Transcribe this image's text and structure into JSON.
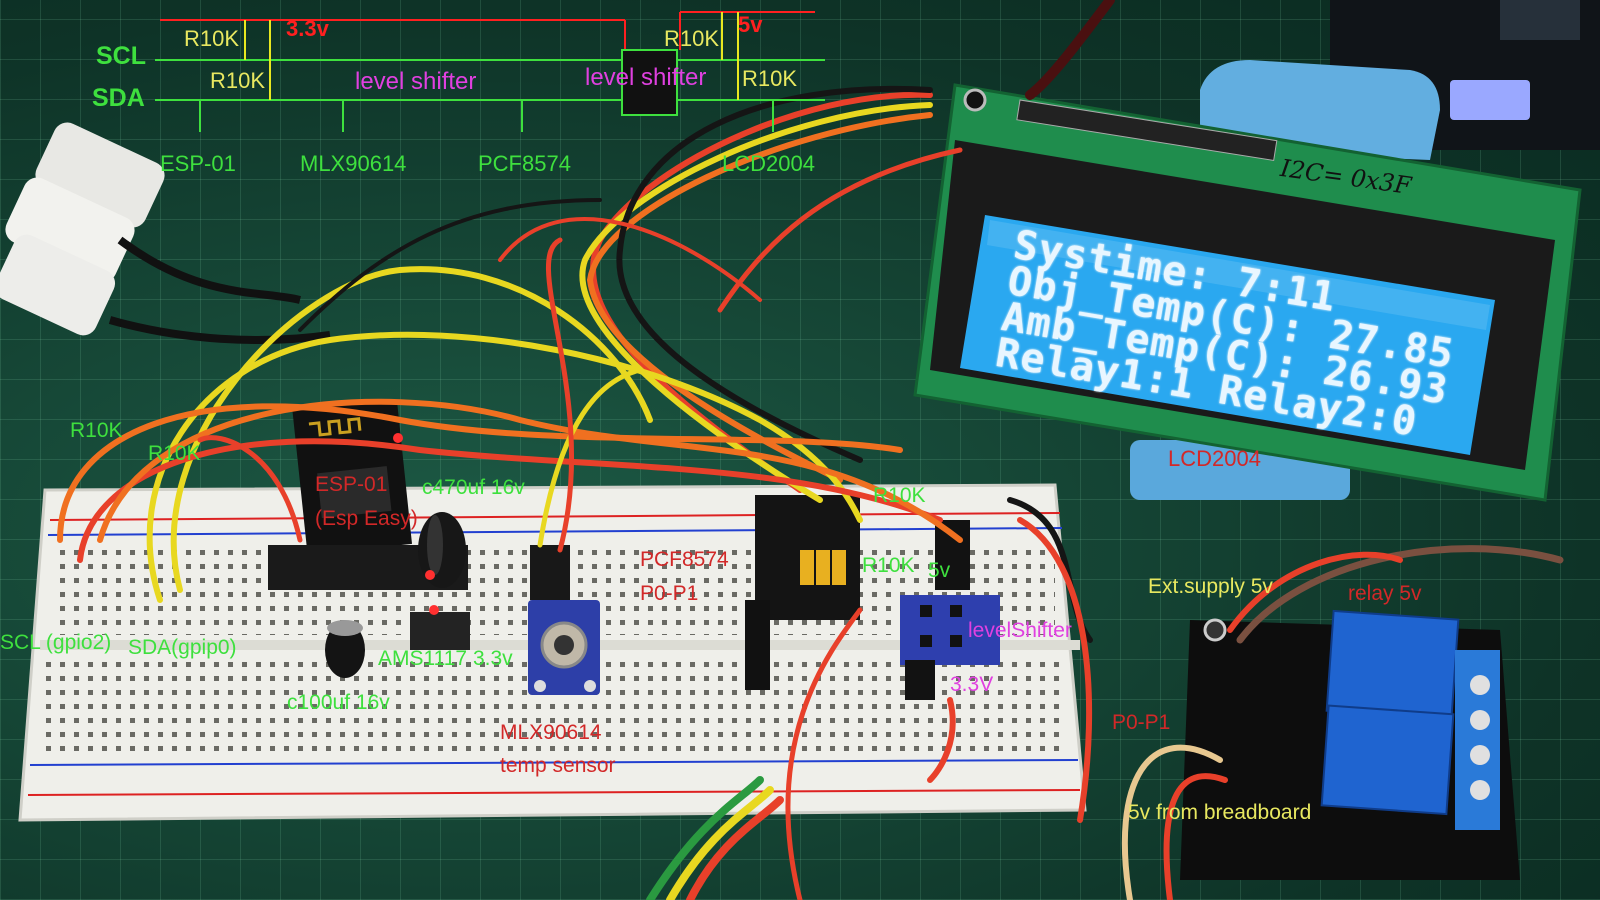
{
  "schematic": {
    "scl": "SCL",
    "sda": "SDA",
    "r_top_left": "R10K",
    "v33": "3.3v",
    "r_mid_left": "R10K",
    "level_shifter_a": "level shifter",
    "level_shifter_b": "level shifter",
    "r_top_right": "R10K",
    "v5": "5v",
    "r_mid_right": "R10K",
    "esp": "ESP-01",
    "mlx": "MLX90614",
    "pcf": "PCF8574",
    "lcd": "LCD2004"
  },
  "lcd_screen": {
    "line1": "Systime:   7:11",
    "line2": "Obj_Temp(C):  27.85",
    "line3": "Amb_Temp(C):  26.93",
    "line4": "Relay1:1  Relay2:0",
    "i2c_note": "I2C= 0x3F",
    "caption": "LCD2004"
  },
  "board_labels": {
    "r10k_a": "R10K",
    "r10k_b": "R10K",
    "esp01": "ESP-01",
    "esp_easy": "(Esp Easy)",
    "cap470": "c470uf 16v",
    "scl_gpio": "SCL (gpio2)",
    "sda_gpio": "SDA(gpip0)",
    "ams": "AMS1117 3.3v",
    "cap100": "c100uf 16v",
    "mlx": "MLX90614",
    "temp_sensor": "temp sensor",
    "pcf": "PCF8574",
    "p0p1": "P0-P1",
    "r10k_c": "R10K",
    "r10k_d": "R10K",
    "v5": "5v",
    "level_shifter": "levelShifter",
    "v33": "3.3V",
    "ext_supply": "Ext.supply 5v",
    "relay5v": "relay 5v",
    "relay_p0p1": "P0-P1",
    "from_breadboard": "5v  from breadboard"
  },
  "colors": {
    "wire_red": "#e8402a",
    "wire_orange": "#f07020",
    "wire_yellow": "#e8d820",
    "wire_black": "#151515",
    "lcd_blue": "#2aa8f0",
    "pcb_green": "#1e8a4a"
  }
}
